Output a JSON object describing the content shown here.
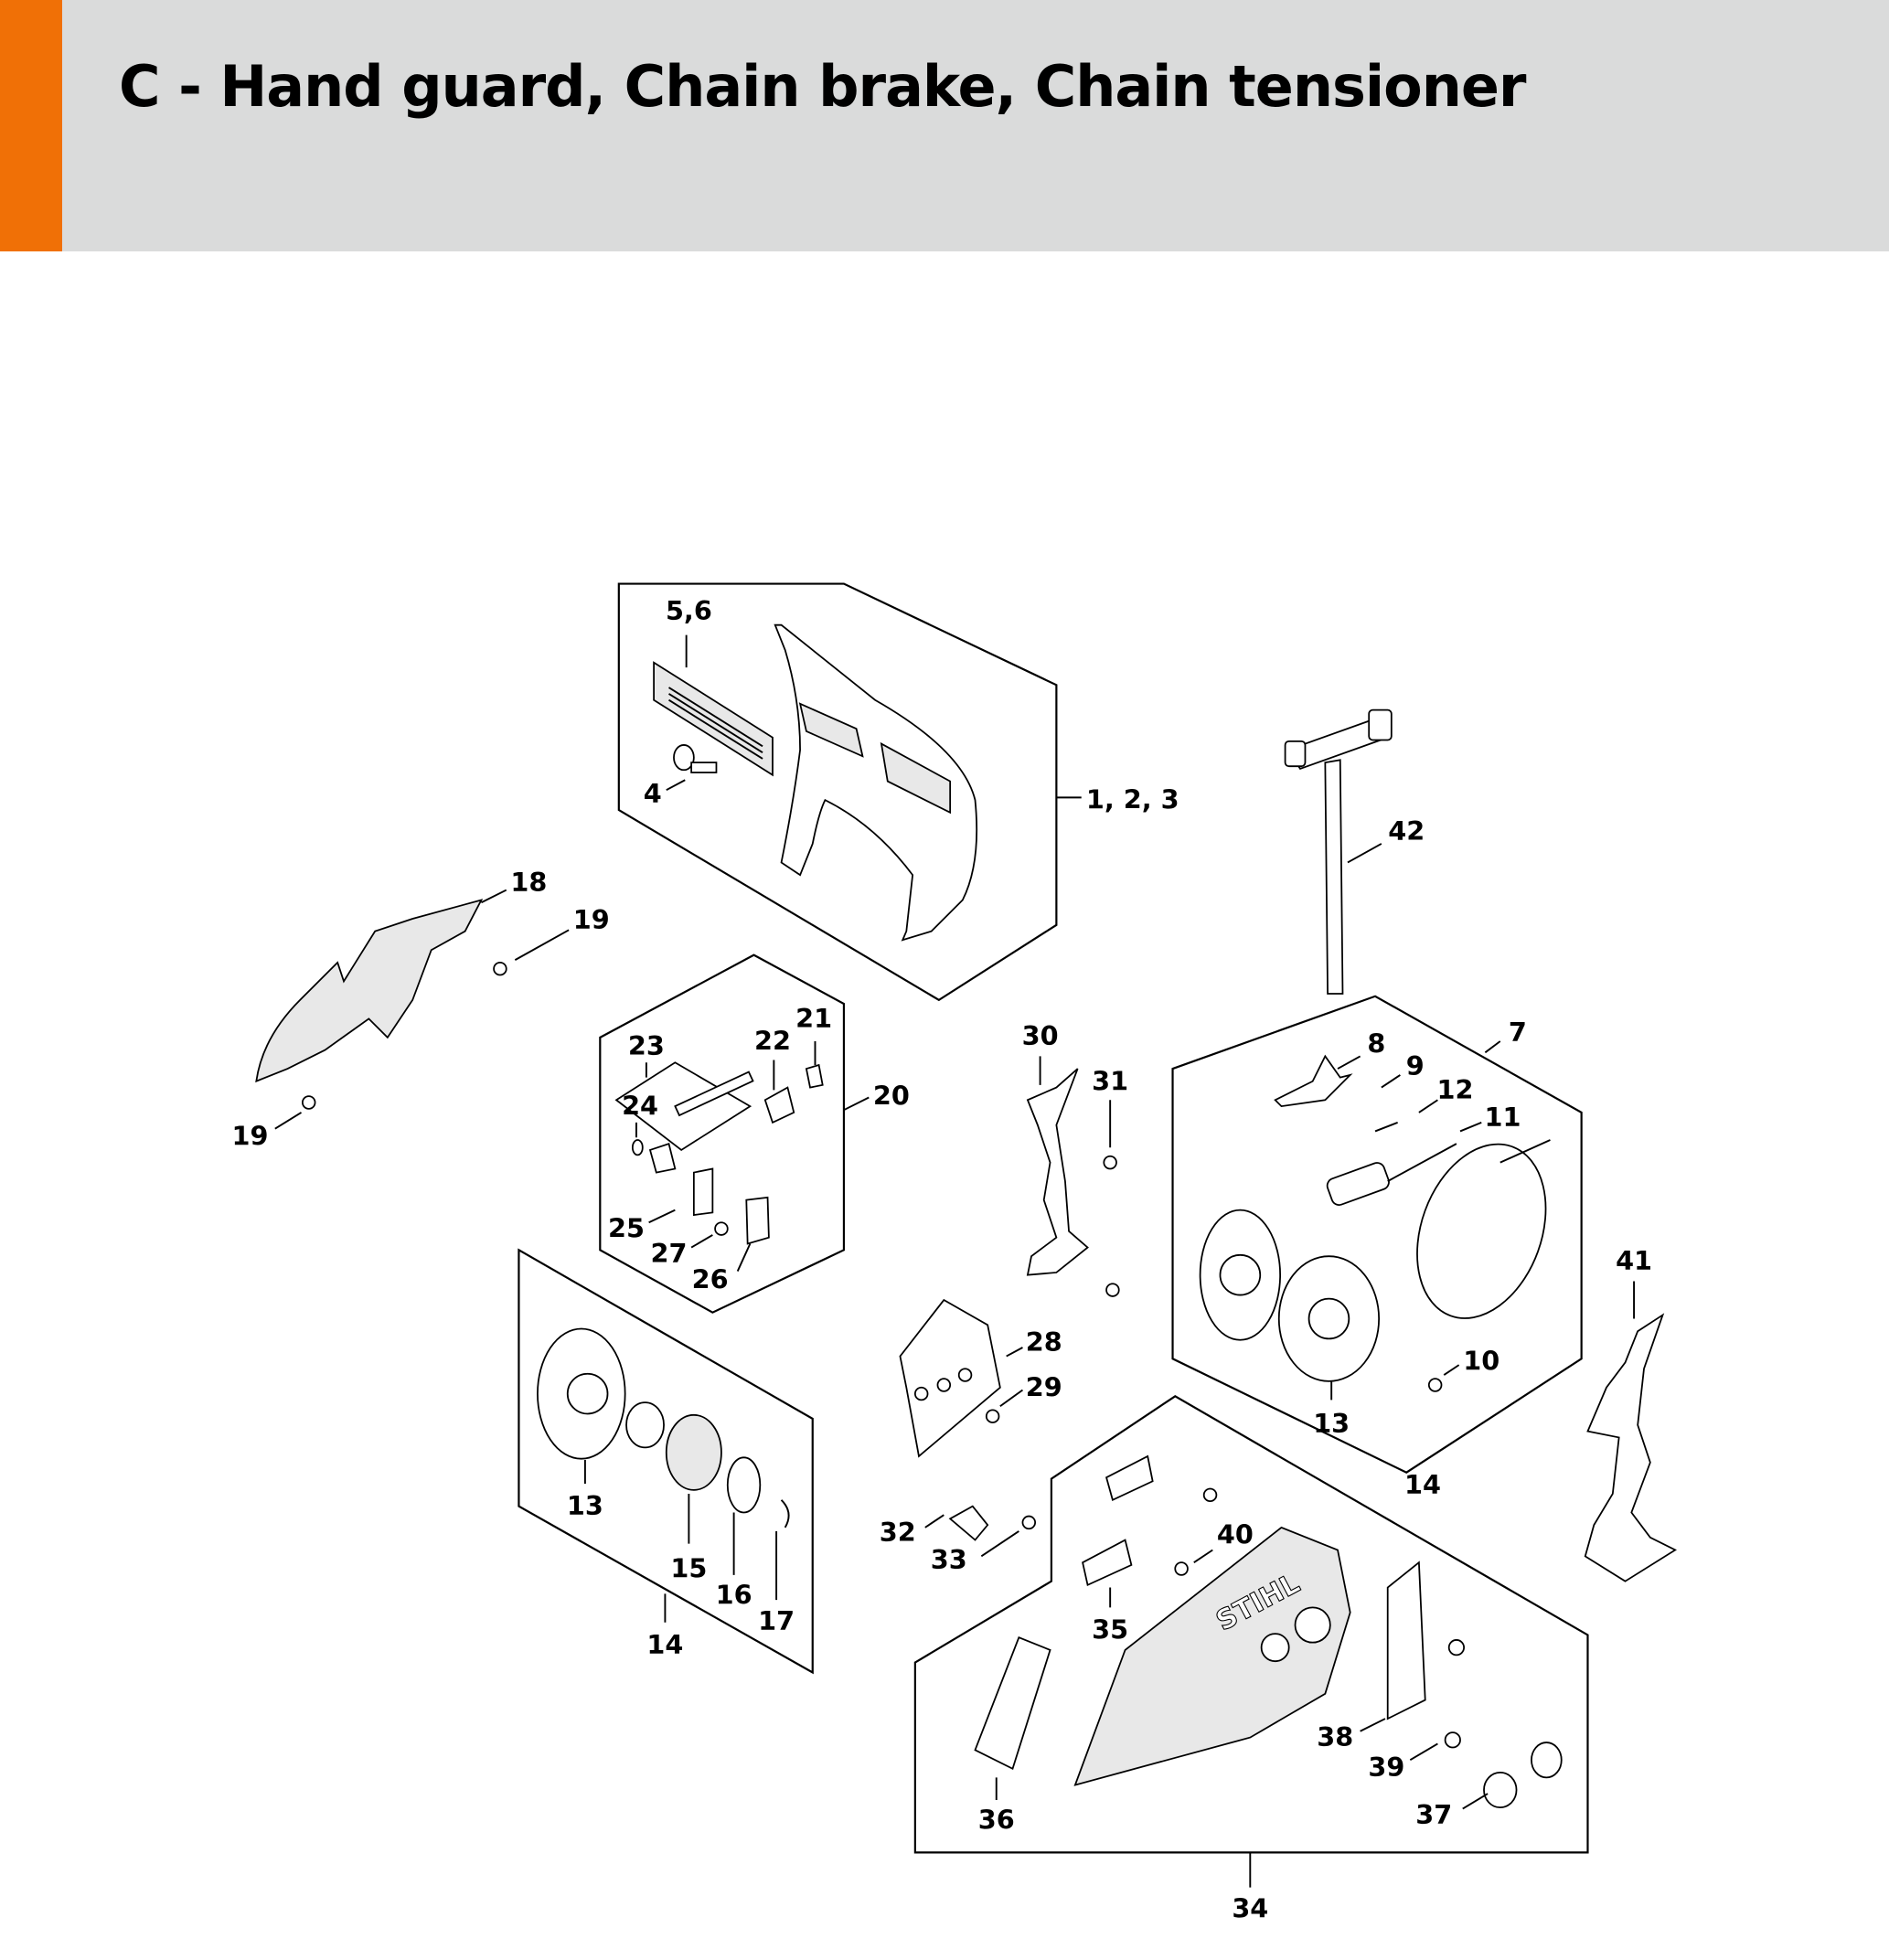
{
  "header": {
    "title": "C - Hand guard, Chain brake, Chain tensioner",
    "accent_color": "#f07006",
    "background_color": "#dadbdb"
  },
  "diagram": {
    "labels": {
      "l56": "5,6",
      "l4": "4",
      "l123": "1, 2, 3",
      "l42": "42",
      "l18": "18",
      "l19a": "19",
      "l19b": "19",
      "l23": "23",
      "l22": "22",
      "l21": "21",
      "l24": "24",
      "l20": "20",
      "l25": "25",
      "l27": "27",
      "l26": "26",
      "l30": "30",
      "l31": "31",
      "l8": "8",
      "l7": "7",
      "l9": "9",
      "l12": "12",
      "l11": "11",
      "l10": "10",
      "l13a": "13",
      "l14a": "14",
      "l41": "41",
      "l28": "28",
      "l29": "29",
      "l13b": "13",
      "l15": "15",
      "l16": "16",
      "l17": "17",
      "l14b": "14",
      "l32": "32",
      "l33": "33",
      "l40": "40",
      "l35": "35",
      "l38": "38",
      "l39": "39",
      "l37": "37",
      "l36": "36",
      "l34": "34"
    },
    "logo_text": "STIHL"
  }
}
